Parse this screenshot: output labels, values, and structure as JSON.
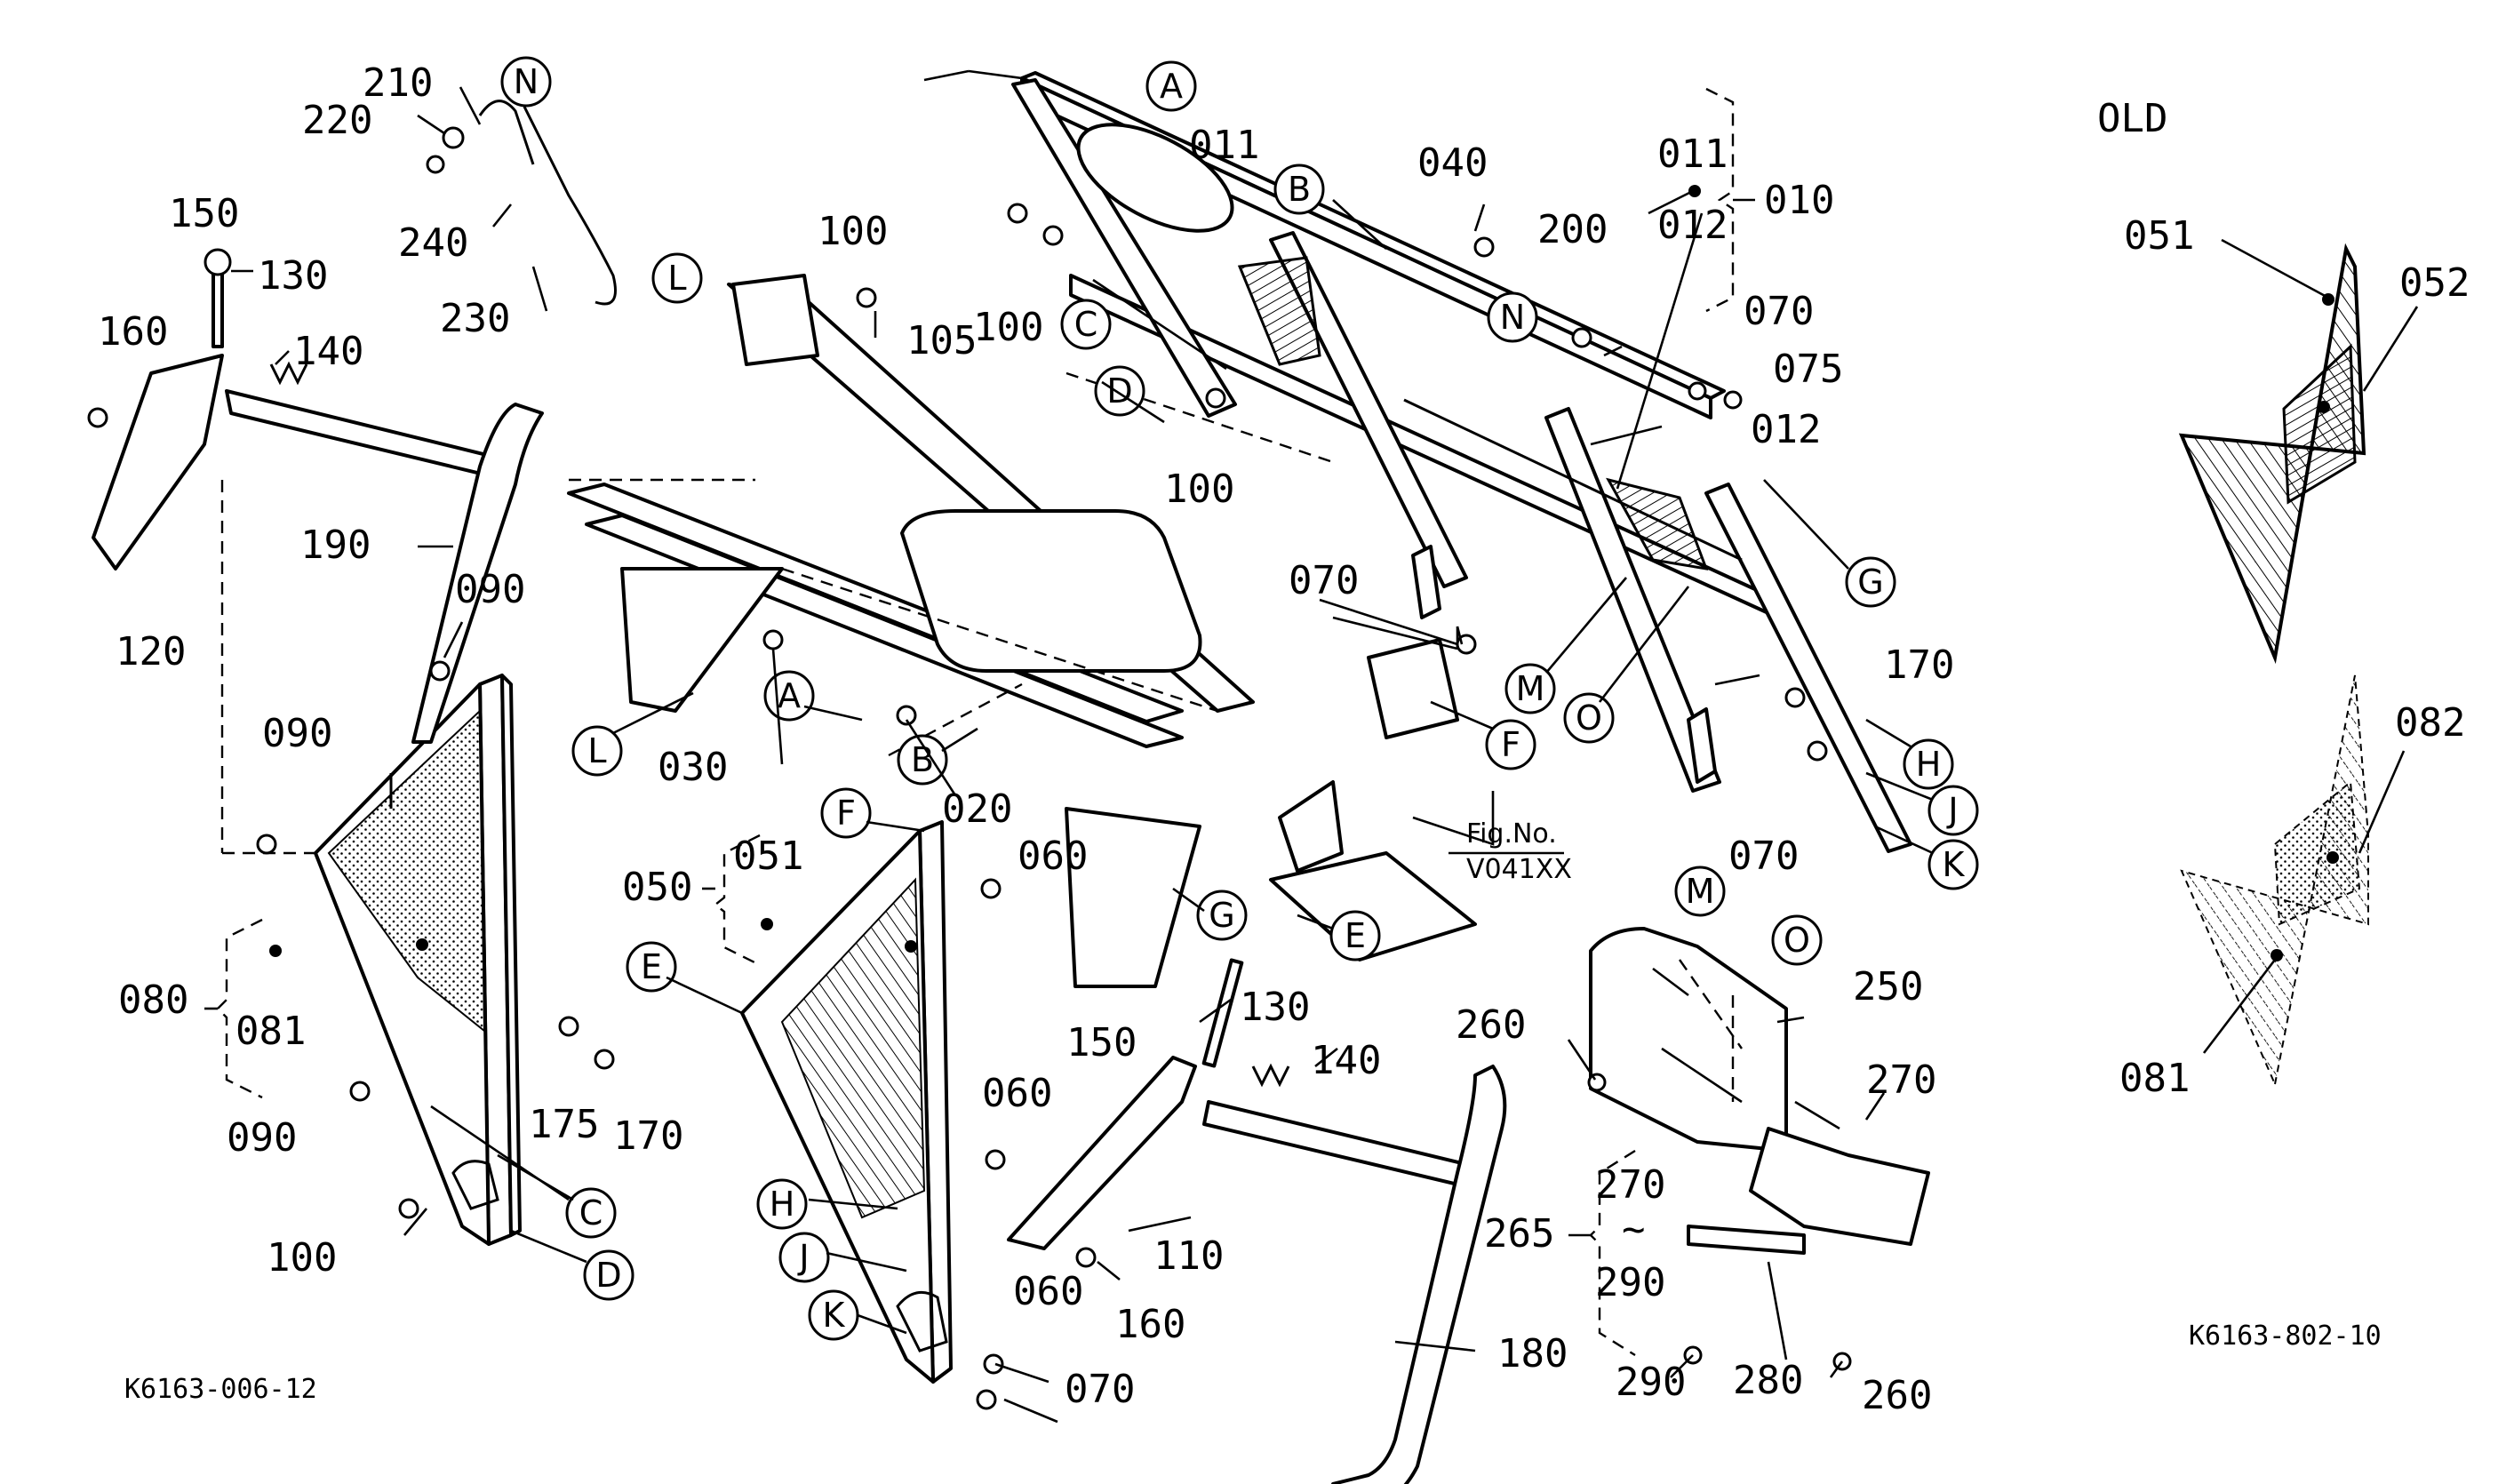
{
  "labels": {
    "n210": "210",
    "n220": "220",
    "n240": "240",
    "n230": "230",
    "n150a": "150",
    "n130a": "130",
    "n160a": "160",
    "n140a": "140",
    "n190": "190",
    "n120": "120",
    "n090a": "090",
    "n090b": "090",
    "n090c": "090",
    "n080": "080",
    "n081a": "081",
    "n175": "175",
    "n170a": "170",
    "n100a": "100",
    "n100b": "100",
    "n105": "105",
    "n100c": "100",
    "n100d": "100",
    "n030": "030",
    "n020": "020",
    "n011a": "011",
    "n040": "040",
    "n200": "200",
    "n011b": "011",
    "n012a": "012",
    "n010": "010",
    "n070a": "070",
    "n075": "075",
    "n012b": "012",
    "n070b": "070",
    "n170b": "170",
    "n070c": "070",
    "n050": "050",
    "n051a": "051",
    "n060a": "060",
    "n060b": "060",
    "n060c": "060",
    "n070d": "070",
    "n150b": "150",
    "n130b": "130",
    "n140b": "140",
    "n110": "110",
    "n160b": "160",
    "n180": "180",
    "n260a": "260",
    "n250": "250",
    "n270a": "270",
    "n265": "265",
    "n270b": "270",
    "n290a": "290",
    "n290b": "290",
    "n280": "280",
    "n260b": "260",
    "n051b": "051",
    "n052": "052",
    "n082": "082",
    "n081b": "081",
    "tilde": "~",
    "old": "OLD",
    "fig_no": "Fig.No.",
    "fig_code": "V041XX",
    "code_left": "K6163-006-12",
    "code_right": "K6163-802-10"
  },
  "letters": {
    "N1": "N",
    "A1": "A",
    "L1": "L",
    "B1": "B",
    "C1": "C",
    "D1": "D",
    "N2": "N",
    "G1": "G",
    "M1": "M",
    "O1": "O",
    "H1": "H",
    "J1": "J",
    "K1": "K",
    "L2": "L",
    "A2": "A",
    "B2": "B",
    "F1": "F",
    "E1": "E",
    "F2": "F",
    "E2": "E",
    "G2": "G",
    "H2": "H",
    "J2": "J",
    "K2": "K",
    "C2": "C",
    "D2": "D",
    "M2": "M",
    "O2": "O"
  }
}
